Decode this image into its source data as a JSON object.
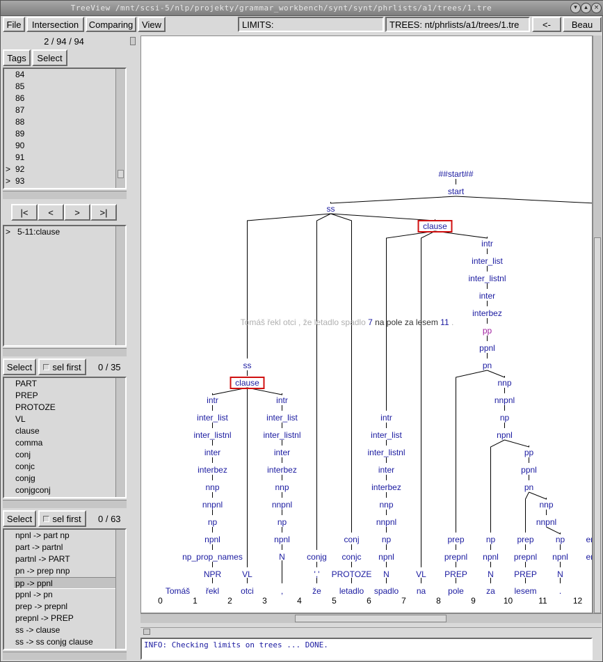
{
  "window": {
    "title": "TreeView /mnt/scsi-5/nlp/projekty/grammar_workbench/synt/synt/phrlists/a1/trees/1.tre"
  },
  "menu": {
    "file": "File",
    "intersection": "Intersection",
    "comparing": "Comparing",
    "view": "View",
    "limits": "LIMITS:",
    "trees": "TREES:  nt/phrlists/a1/trees/1.tre",
    "back": "<-",
    "beau": "Beau"
  },
  "counter": "2  /  94  /  94",
  "tags_button": "Tags",
  "select_button": "Select",
  "tree_list": [
    {
      "v": "84",
      "m": ""
    },
    {
      "v": "85",
      "m": ""
    },
    {
      "v": "86",
      "m": ""
    },
    {
      "v": "87",
      "m": ""
    },
    {
      "v": "88",
      "m": ""
    },
    {
      "v": "89",
      "m": ""
    },
    {
      "v": "90",
      "m": ""
    },
    {
      "v": "91",
      "m": ""
    },
    {
      "v": "92",
      "m": ">"
    },
    {
      "v": "93",
      "m": ">"
    }
  ],
  "nav": {
    "first": "|<",
    "prev": "<",
    "next": ">",
    "last": ">|"
  },
  "result_list": [
    {
      "v": "5-11:clause",
      "m": ">"
    }
  ],
  "select1": {
    "button": "Select",
    "sel_first": "sel first",
    "count": "0  /  35"
  },
  "symbol_list": [
    "PART",
    "PREP",
    "PROTOZE",
    "VL",
    "clause",
    "comma",
    "conj",
    "conjc",
    "conjg",
    "conjgconj"
  ],
  "select2": {
    "button": "Select",
    "sel_first": "sel first",
    "count": "0  /  63"
  },
  "rule_list": [
    "npnl -> part np",
    "part -> partnl",
    "partnl -> PART",
    "pn -> prep nnp",
    "pp -> ppnl",
    "ppnl -> pn",
    "prep -> prepnl",
    "prepnl -> PREP",
    "ss -> clause",
    "ss -> ss conjg clause"
  ],
  "rule_selected_index": 4,
  "info": "INFO: Checking limits on trees ... DONE.",
  "sentence": {
    "part1": "Tomáš řekl otci , že letadlo spadlo ",
    "n1": "7",
    "part2": " na pole za lesem ",
    "n2": "11",
    "part3": " ."
  },
  "colors": {
    "node": "#1a1aa0",
    "edge": "#000000",
    "highlight": "#d01010",
    "pp": "#a020a0",
    "sentence": "#b0b0b0"
  },
  "tree": {
    "words": [
      "Tomáš",
      "řekl",
      "otci",
      ",",
      "že",
      "letadlo",
      "spadlo",
      "na",
      "pole",
      "za",
      "lesem",
      "."
    ],
    "indices": [
      "0",
      "1",
      "2",
      "3",
      "4",
      "5",
      "6",
      "7",
      "8",
      "9",
      "10",
      "11",
      "12"
    ],
    "nodes": [
      {
        "id": "root",
        "label": "##start##",
        "col": 8.5,
        "row": 0
      },
      {
        "id": "start",
        "label": "start",
        "col": 8.5,
        "row": 1,
        "p": "root"
      },
      {
        "id": "ss0",
        "label": "ss",
        "col": 4.9,
        "row": 2,
        "p": "start"
      },
      {
        "id": "cl2",
        "label": "clause",
        "col": 7.9,
        "row": 3,
        "p": "ss0",
        "hl": true
      },
      {
        "id": "intrB",
        "label": "intr",
        "col": 9.4,
        "row": 4,
        "p": "cl2"
      },
      {
        "id": "ilB",
        "label": "inter_list",
        "col": 9.4,
        "row": 5,
        "p": "intrB"
      },
      {
        "id": "ilnB",
        "label": "inter_listnl",
        "col": 9.4,
        "row": 6,
        "p": "ilB"
      },
      {
        "id": "inB",
        "label": "inter",
        "col": 9.4,
        "row": 7,
        "p": "ilnB"
      },
      {
        "id": "ibB",
        "label": "interbez",
        "col": 9.4,
        "row": 8,
        "p": "inB"
      },
      {
        "id": "ppB",
        "label": "pp",
        "col": 9.4,
        "row": 9,
        "p": "ibB",
        "pp": true
      },
      {
        "id": "ppnlB",
        "label": "ppnl",
        "col": 9.4,
        "row": 10,
        "p": "ppB"
      },
      {
        "id": "pnB",
        "label": "pn",
        "col": 9.4,
        "row": 11,
        "p": "ppnlB"
      },
      {
        "id": "ss1",
        "label": "ss",
        "col": 2.5,
        "row": 11,
        "p": "ss0"
      },
      {
        "id": "cl1",
        "label": "clause",
        "col": 2.5,
        "row": 12,
        "p": "ss1",
        "hl": true
      },
      {
        "id": "nnpB",
        "label": "nnp",
        "col": 9.9,
        "row": 12,
        "p": "pnB"
      },
      {
        "id": "nnpnlB",
        "label": "nnpnl",
        "col": 9.9,
        "row": 13,
        "p": "nnpB"
      },
      {
        "id": "npB",
        "label": "np",
        "col": 9.9,
        "row": 14,
        "p": "nnpnlB"
      },
      {
        "id": "npnlB",
        "label": "npnl",
        "col": 9.9,
        "row": 15,
        "p": "npB"
      },
      {
        "id": "ppC",
        "label": "pp",
        "col": 10.6,
        "row": 16,
        "p": "npnlB"
      },
      {
        "id": "ppnlC",
        "label": "ppnl",
        "col": 10.6,
        "row": 17,
        "p": "ppC"
      },
      {
        "id": "pnC",
        "label": "pn",
        "col": 10.6,
        "row": 18,
        "p": "ppnlC"
      },
      {
        "id": "nnpC",
        "label": "nnp",
        "col": 11.1,
        "row": 19,
        "p": "pnC"
      },
      {
        "id": "nnpnlC",
        "label": "nnpnl",
        "col": 11.1,
        "row": 20,
        "p": "nnpC"
      },
      {
        "id": "intr0",
        "label": "intr",
        "col": 1.5,
        "row": 13,
        "p": "cl1"
      },
      {
        "id": "il0",
        "label": "inter_list",
        "col": 1.5,
        "row": 14,
        "p": "intr0"
      },
      {
        "id": "iln0",
        "label": "inter_listnl",
        "col": 1.5,
        "row": 15,
        "p": "il0"
      },
      {
        "id": "in0",
        "label": "inter",
        "col": 1.5,
        "row": 16,
        "p": "iln0"
      },
      {
        "id": "ib0",
        "label": "interbez",
        "col": 1.5,
        "row": 17,
        "p": "in0"
      },
      {
        "id": "nnp0",
        "label": "nnp",
        "col": 1.5,
        "row": 18,
        "p": "ib0"
      },
      {
        "id": "nnpnl0",
        "label": "nnpnl",
        "col": 1.5,
        "row": 19,
        "p": "nnp0"
      },
      {
        "id": "np0",
        "label": "np",
        "col": 1.5,
        "row": 20,
        "p": "nnpnl0"
      },
      {
        "id": "npnl0",
        "label": "npnl",
        "col": 1.5,
        "row": 21,
        "p": "np0"
      },
      {
        "id": "npp0",
        "label": "np_prop_names",
        "col": 1.5,
        "row": 22,
        "p": "npnl0"
      },
      {
        "id": "NPR",
        "label": "NPR",
        "col": 1.5,
        "row": 23,
        "p": "npp0"
      },
      {
        "id": "VL1",
        "label": "VL",
        "col": 2.5,
        "row": 23,
        "p": "cl1"
      },
      {
        "id": "intr2",
        "label": "intr",
        "col": 3.5,
        "row": 13,
        "p": "cl1"
      },
      {
        "id": "il2",
        "label": "inter_list",
        "col": 3.5,
        "row": 14,
        "p": "intr2"
      },
      {
        "id": "iln2",
        "label": "inter_listnl",
        "col": 3.5,
        "row": 15,
        "p": "il2"
      },
      {
        "id": "in2",
        "label": "inter",
        "col": 3.5,
        "row": 16,
        "p": "iln2"
      },
      {
        "id": "ib2",
        "label": "interbez",
        "col": 3.5,
        "row": 17,
        "p": "in2"
      },
      {
        "id": "nnp2",
        "label": "nnp",
        "col": 3.5,
        "row": 18,
        "p": "ib2"
      },
      {
        "id": "nnpnl2",
        "label": "nnpnl",
        "col": 3.5,
        "row": 19,
        "p": "nnp2"
      },
      {
        "id": "np2",
        "label": "np",
        "col": 3.5,
        "row": 20,
        "p": "nnpnl2"
      },
      {
        "id": "npnl2",
        "label": "npnl",
        "col": 3.5,
        "row": 21,
        "p": "np2"
      },
      {
        "id": "N2",
        "label": "N",
        "col": 3.5,
        "row": 22,
        "p": "npnl2"
      },
      {
        "id": "conjg",
        "label": "conjg",
        "col": 4.5,
        "row": 22,
        "p": "ss0"
      },
      {
        "id": "comma",
        "label": "','",
        "col": 4.5,
        "row": 23,
        "p": "conjg"
      },
      {
        "id": "conj",
        "label": "conj",
        "col": 5.5,
        "row": 21,
        "p": "ss0"
      },
      {
        "id": "conjc",
        "label": "conjc",
        "col": 5.5,
        "row": 22,
        "p": "conj"
      },
      {
        "id": "PROT",
        "label": "PROTOZE",
        "col": 5.5,
        "row": 23,
        "p": "conjc"
      },
      {
        "id": "intr5",
        "label": "intr",
        "col": 6.5,
        "row": 14,
        "p": "cl2"
      },
      {
        "id": "il5",
        "label": "inter_list",
        "col": 6.5,
        "row": 15,
        "p": "intr5"
      },
      {
        "id": "iln5",
        "label": "inter_listnl",
        "col": 6.5,
        "row": 16,
        "p": "il5"
      },
      {
        "id": "in5",
        "label": "inter",
        "col": 6.5,
        "row": 17,
        "p": "iln5"
      },
      {
        "id": "ib5",
        "label": "interbez",
        "col": 6.5,
        "row": 18,
        "p": "in5"
      },
      {
        "id": "nnp5",
        "label": "nnp",
        "col": 6.5,
        "row": 19,
        "p": "ib5"
      },
      {
        "id": "nnpnl5",
        "label": "nnpnl",
        "col": 6.5,
        "row": 20,
        "p": "nnp5"
      },
      {
        "id": "np5",
        "label": "np",
        "col": 6.5,
        "row": 21,
        "p": "nnpnl5"
      },
      {
        "id": "npnl5",
        "label": "npnl",
        "col": 6.5,
        "row": 22,
        "p": "np5"
      },
      {
        "id": "N5",
        "label": "N",
        "col": 6.5,
        "row": 23,
        "p": "npnl5"
      },
      {
        "id": "VL6",
        "label": "VL",
        "col": 7.5,
        "row": 23,
        "p": "cl2"
      },
      {
        "id": "prep7",
        "label": "prep",
        "col": 8.5,
        "row": 21,
        "p": "pnB"
      },
      {
        "id": "prepnl7",
        "label": "prepnl",
        "col": 8.5,
        "row": 22,
        "p": "prep7"
      },
      {
        "id": "PREP7",
        "label": "PREP",
        "col": 8.5,
        "row": 23,
        "p": "prepnl7"
      },
      {
        "id": "np8",
        "label": "np",
        "col": 9.5,
        "row": 21,
        "p": "npnlB"
      },
      {
        "id": "npnl8",
        "label": "npnl",
        "col": 9.5,
        "row": 22,
        "p": "np8"
      },
      {
        "id": "N8",
        "label": "N",
        "col": 9.5,
        "row": 23,
        "p": "npnl8"
      },
      {
        "id": "prep9",
        "label": "prep",
        "col": 10.5,
        "row": 21,
        "p": "pnC"
      },
      {
        "id": "prepnl9",
        "label": "prepnl",
        "col": 10.5,
        "row": 22,
        "p": "prep9"
      },
      {
        "id": "PREP9",
        "label": "PREP",
        "col": 10.5,
        "row": 23,
        "p": "prepnl9"
      },
      {
        "id": "np10",
        "label": "np",
        "col": 11.5,
        "row": 21,
        "p": "nnpnlC"
      },
      {
        "id": "npnl10",
        "label": "npnl",
        "col": 11.5,
        "row": 22,
        "p": "np10"
      },
      {
        "id": "N10",
        "label": "N",
        "col": 11.5,
        "row": 23,
        "p": "npnl10"
      },
      {
        "id": "ends",
        "label": "ends",
        "col": 12.5,
        "row": 21,
        "p": "start"
      },
      {
        "id": "ends2",
        "label": "ends",
        "col": 12.5,
        "row": 22,
        "p": "ends"
      },
      {
        "id": "dot",
        "label": "'.'",
        "col": 12.5,
        "row": 23,
        "p": "ends2"
      }
    ],
    "leaves": [
      [
        "NPR",
        0
      ],
      [
        "VL1",
        1
      ],
      [
        "N2",
        2
      ],
      [
        "comma",
        3
      ],
      [
        "PROT",
        4
      ],
      [
        "N5",
        5
      ],
      [
        "VL6",
        6
      ],
      [
        "PREP7",
        7
      ],
      [
        "N8",
        8
      ],
      [
        "PREP9",
        9
      ],
      [
        "N10",
        10
      ],
      [
        "dot",
        11
      ]
    ]
  }
}
